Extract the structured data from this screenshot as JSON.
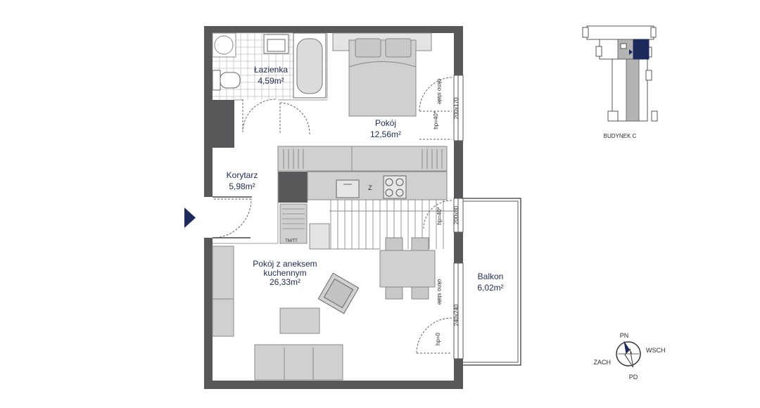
{
  "rooms": {
    "bathroom": {
      "name": "Łazienka",
      "area": "4,59m²"
    },
    "bedroom": {
      "name": "Pokój",
      "area": "12,56m²"
    },
    "corridor": {
      "name": "Korytarz",
      "area": "5,98m²"
    },
    "living": {
      "name_line1": "Pokój z aneksem",
      "name_line2": "kuchennym",
      "area": "26,33m²"
    },
    "balcony": {
      "name": "Balkon",
      "area": "6,02m²"
    }
  },
  "windows": {
    "bedroom_fixed": "okno stałe",
    "bedroom_size": "200x170",
    "bedroom_sill": "hp=40*",
    "kitchen_size": "200x80",
    "kitchen_sill": "hp=40*",
    "living_fixed": "okno stałe",
    "living_size": "240x240",
    "living_sill": "hp=0"
  },
  "kitchen": {
    "fridge_mark": "Z",
    "washer_label": "TM/TT"
  },
  "key_plan": {
    "label": "BUDYNEK C"
  },
  "compass": {
    "north": "PN",
    "east": "WSCH",
    "south": "PD",
    "west": "ZACH"
  },
  "colors": {
    "wall": "#58585a",
    "furniture": "#d0d0d0",
    "accent": "#1d2b5c",
    "text": "#1d2b4f"
  }
}
